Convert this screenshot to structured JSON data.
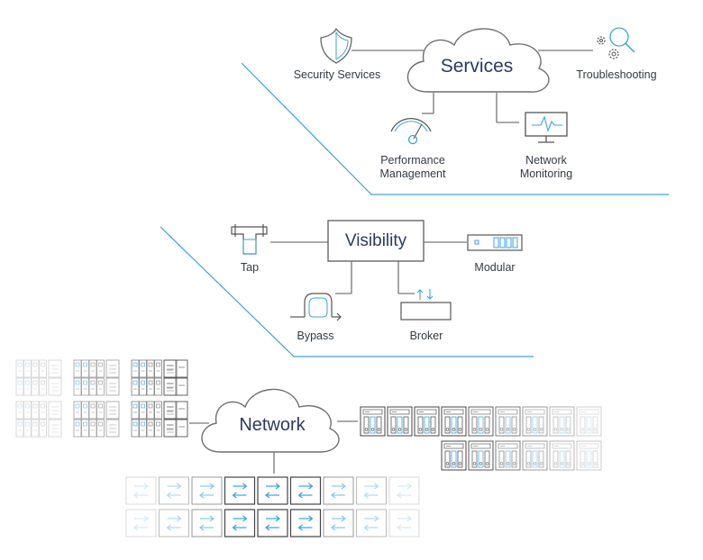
{
  "services": {
    "hub": "Services",
    "security": "Security Services",
    "troubleshooting": "Troubleshooting",
    "performance_line1": "Performance",
    "performance_line2": "Management",
    "network_line1": "Network",
    "network_line2": "Monitoring"
  },
  "visibility": {
    "hub": "Visibility",
    "tap": "Tap",
    "modular": "Modular",
    "bypass": "Bypass",
    "broker": "Broker"
  },
  "network": {
    "hub": "Network"
  },
  "colors": {
    "accent": "#3aa3dd",
    "line": "#8a8a8a",
    "dark": "#555555",
    "text": "#333a44",
    "hub_text": "#2b3a63"
  }
}
